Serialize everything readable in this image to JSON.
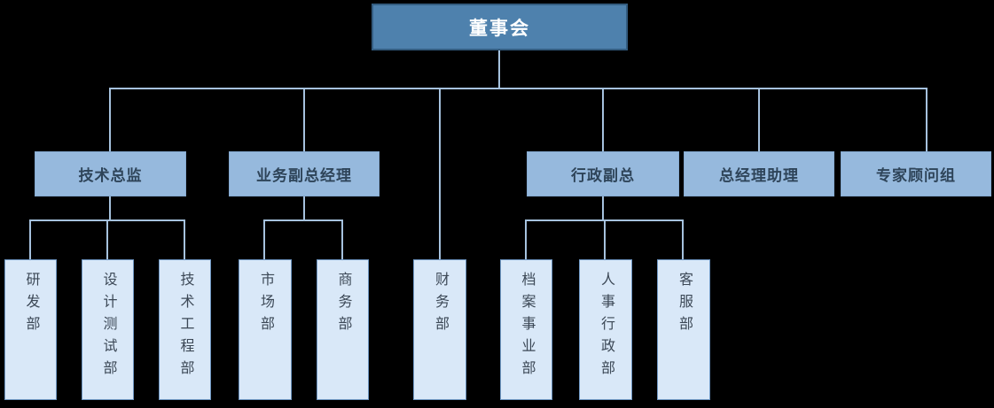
{
  "diagram_type": "organization-chart",
  "hierarchy": {
    "label": "董事会",
    "children": [
      {
        "label": "技术总监",
        "children": [
          "研发部",
          "设计测试部",
          "技术工程部"
        ]
      },
      {
        "label": "业务副总经理",
        "children": [
          "市场部",
          "商务部"
        ]
      },
      {
        "label": "财务部",
        "children": []
      },
      {
        "label": "行政副总",
        "children": [
          "档案事业部",
          "人事行政部",
          "客服部"
        ]
      },
      {
        "label": "总经理助理",
        "children": []
      },
      {
        "label": "专家顾问组",
        "children": []
      }
    ]
  },
  "colors": {
    "background": "#000000",
    "root_fill": "#4e81ad",
    "root_border": "#335c80",
    "root_text": "#ffffff",
    "manager_fill": "#96b9dd",
    "manager_text": "#2e4459",
    "department_fill": "#d9e8f8",
    "department_border": "#6e96c2",
    "department_text": "#3c4856",
    "connector_line": "#a6c2de"
  }
}
